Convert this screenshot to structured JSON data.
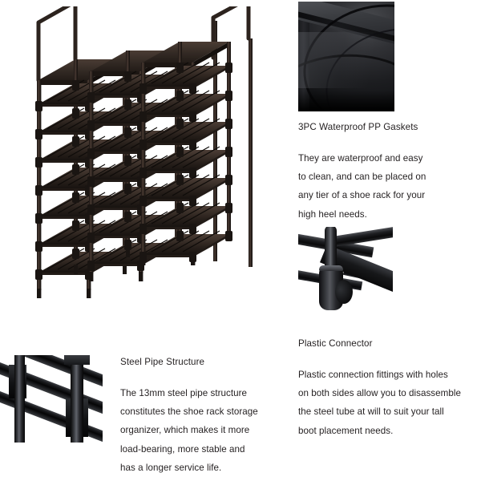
{
  "page": {
    "background_color": "#ffffff",
    "text_color": "#231f20",
    "product_color": "#2b2420"
  },
  "main_product": {
    "alt_name": "3-column multi-tier shoe rack organizer",
    "columns": 3,
    "tiers": 9
  },
  "sections": [
    {
      "id": "gaskets",
      "photo_name": "waterproof-pp-gaskets-photo",
      "heading": "3PC Waterproof PP Gaskets",
      "body_lines": [
        "They are waterproof and easy",
        "to clean, and can be placed on",
        "any tier of a shoe rack for your",
        "high heel needs."
      ]
    },
    {
      "id": "connector",
      "photo_name": "plastic-connector-photo",
      "heading": "Plastic Connector",
      "body_lines": [
        "Plastic connection fittings with holes",
        "on both sides allow you to disassemble",
        "the steel tube at will to suit your tall",
        "boot placement needs."
      ]
    },
    {
      "id": "steel_pipe",
      "photo_name": "steel-pipe-structure-photo",
      "heading": "Steel Pipe Structure",
      "body_lines": [
        "The 13mm steel pipe structure",
        "constitutes the shoe rack storage",
        "organizer, which makes it more",
        "load-bearing, more stable and",
        "has a longer service life."
      ]
    }
  ]
}
